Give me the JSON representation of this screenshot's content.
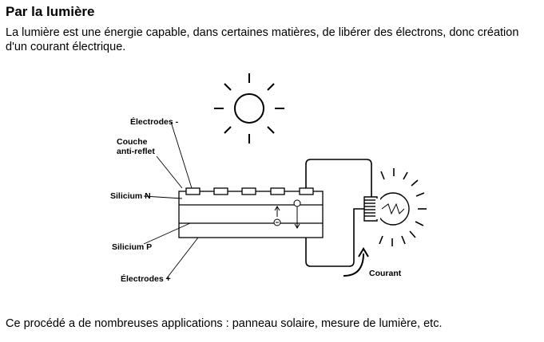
{
  "heading": "Par la lumière",
  "intro_text": "La lumière est une énergie capable, dans certaines matières, de libérer des électrons, donc création d'un courant électrique.",
  "diagram": {
    "labels": {
      "electrodes_minus": "Électrodes -",
      "couche_line1": "Couche",
      "couche_line2": "anti-reflet",
      "silicium_n": "Silicium N",
      "silicium_p": "Silicium P",
      "electrodes_plus": "Électrodes +",
      "courant": "Courant"
    },
    "symbols": {
      "electron": "−"
    },
    "icons": [
      "sun-icon",
      "light-bulb-icon",
      "current-arrow-icon"
    ]
  },
  "footer_text": "Ce procédé a de nombreuses applications : panneau solaire, mesure de lumière, etc."
}
